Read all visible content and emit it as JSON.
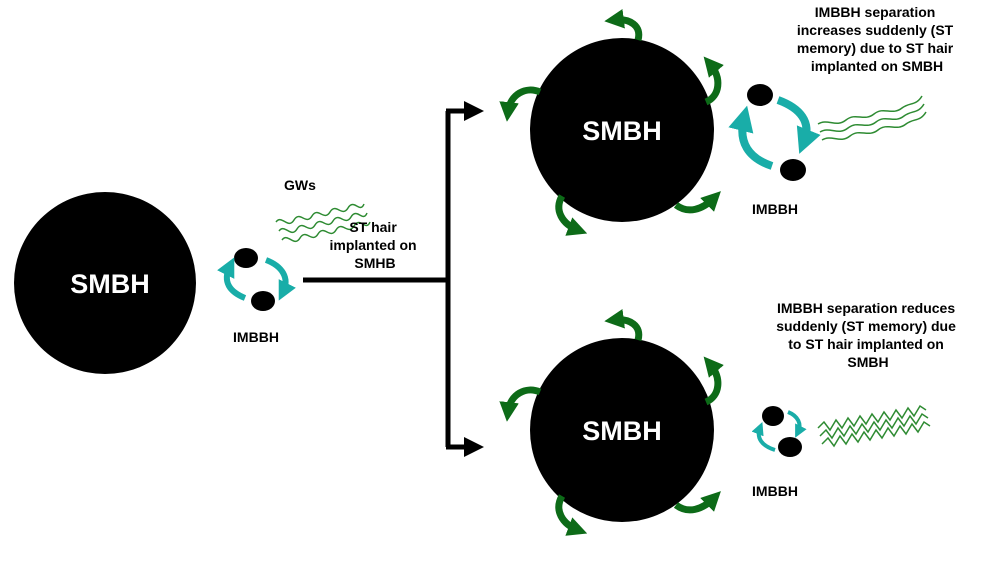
{
  "colors": {
    "black_hole": "#000000",
    "orbit_arrow": "#19ada8",
    "hair_arrow": "#0d6b18",
    "gw": "#2e8b32"
  },
  "left": {
    "smbh_label": "SMBH",
    "gw_label": "GWs",
    "imbbh_label": "IMBBH"
  },
  "connector": {
    "label_lines": [
      "ST hair",
      "implanted on",
      "SMHB"
    ]
  },
  "top_branch": {
    "smbh_label": "SMBH",
    "imbbh_label": "IMBBH",
    "caption_lines": [
      "IMBBH separation",
      "increases suddenly (ST",
      "memory) due to ST hair",
      "implanted on SMBH"
    ]
  },
  "bottom_branch": {
    "smbh_label": "SMBH",
    "imbbh_label": "IMBBH",
    "caption_lines": [
      "IMBBH separation reduces",
      "suddenly (ST memory) due",
      "to ST hair implanted on",
      "SMBH"
    ]
  }
}
